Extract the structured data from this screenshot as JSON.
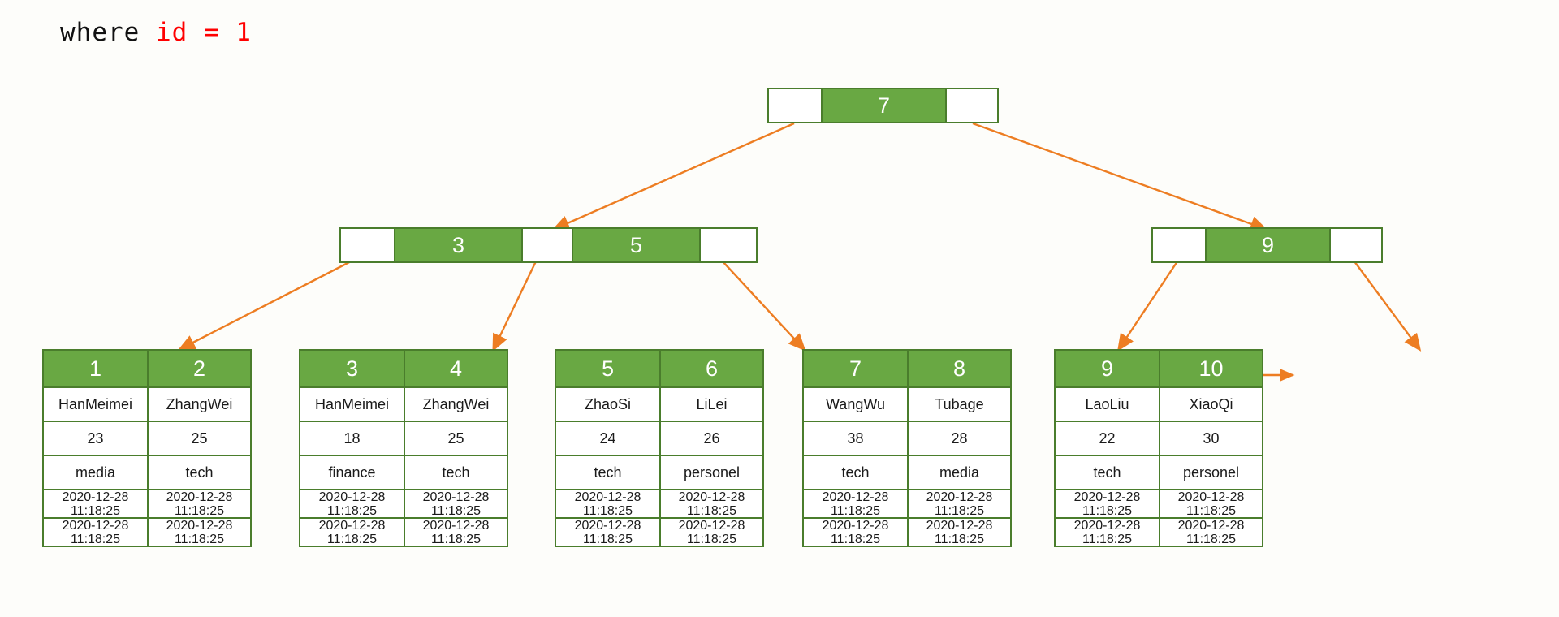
{
  "title": {
    "keyword": "where ",
    "expression": "id = 1"
  },
  "colors": {
    "node_fill": "#69a843",
    "node_border": "#4a7d2c",
    "arrow": "#ed7d22",
    "background": "#fdfdfa",
    "keyword_text": "#111111",
    "expression_text": "#ff0000"
  },
  "tree": {
    "root": {
      "name": "root-node",
      "cells": [
        {
          "type": "pointer",
          "label": ""
        },
        {
          "type": "key",
          "label": "7"
        },
        {
          "type": "pointer",
          "label": ""
        }
      ]
    },
    "internal": [
      {
        "name": "internal-node-left",
        "cells": [
          {
            "type": "pointer",
            "label": ""
          },
          {
            "type": "key",
            "label": "3"
          },
          {
            "type": "pointer",
            "label": ""
          },
          {
            "type": "key",
            "label": "5"
          },
          {
            "type": "pointer",
            "label": ""
          }
        ]
      },
      {
        "name": "internal-node-right",
        "cells": [
          {
            "type": "pointer",
            "label": ""
          },
          {
            "type": "key",
            "label": "9"
          },
          {
            "type": "pointer",
            "label": ""
          }
        ]
      }
    ],
    "leaves": [
      {
        "name": "leaf-node-1",
        "records": [
          {
            "id": "1",
            "name": "HanMeimei",
            "age": "23",
            "dept": "media",
            "created_date": "2020-12-28",
            "created_time": "11:18:25",
            "updated_date": "2020-12-28",
            "updated_time": "11:18:25"
          },
          {
            "id": "2",
            "name": "ZhangWei",
            "age": "25",
            "dept": "tech",
            "created_date": "2020-12-28",
            "created_time": "11:18:25",
            "updated_date": "2020-12-28",
            "updated_time": "11:18:25"
          }
        ]
      },
      {
        "name": "leaf-node-2",
        "records": [
          {
            "id": "3",
            "name": "HanMeimei",
            "age": "18",
            "dept": "finance",
            "created_date": "2020-12-28",
            "created_time": "11:18:25",
            "updated_date": "2020-12-28",
            "updated_time": "11:18:25"
          },
          {
            "id": "4",
            "name": "ZhangWei",
            "age": "25",
            "dept": "tech",
            "created_date": "2020-12-28",
            "created_time": "11:18:25",
            "updated_date": "2020-12-28",
            "updated_time": "11:18:25"
          }
        ]
      },
      {
        "name": "leaf-node-3",
        "records": [
          {
            "id": "5",
            "name": "ZhaoSi",
            "age": "24",
            "dept": "tech",
            "created_date": "2020-12-28",
            "created_time": "11:18:25",
            "updated_date": "2020-12-28",
            "updated_time": "11:18:25"
          },
          {
            "id": "6",
            "name": "LiLei",
            "age": "26",
            "dept": "personel",
            "created_date": "2020-12-28",
            "created_time": "11:18:25",
            "updated_date": "2020-12-28",
            "updated_time": "11:18:25"
          }
        ]
      },
      {
        "name": "leaf-node-4",
        "records": [
          {
            "id": "7",
            "name": "WangWu",
            "age": "38",
            "dept": "tech",
            "created_date": "2020-12-28",
            "created_time": "11:18:25",
            "updated_date": "2020-12-28",
            "updated_time": "11:18:25"
          },
          {
            "id": "8",
            "name": "Tubage",
            "age": "28",
            "dept": "media",
            "created_date": "2020-12-28",
            "created_time": "11:18:25",
            "updated_date": "2020-12-28",
            "updated_time": "11:18:25"
          }
        ]
      },
      {
        "name": "leaf-node-5",
        "records": [
          {
            "id": "9",
            "name": "LaoLiu",
            "age": "22",
            "dept": "tech",
            "created_date": "2020-12-28",
            "created_time": "11:18:25",
            "updated_date": "2020-12-28",
            "updated_time": "11:18:25"
          },
          {
            "id": "10",
            "name": "XiaoQi",
            "age": "30",
            "dept": "personel",
            "created_date": "2020-12-28",
            "created_time": "11:18:25",
            "updated_date": "2020-12-28",
            "updated_time": "11:18:25"
          }
        ]
      }
    ]
  }
}
